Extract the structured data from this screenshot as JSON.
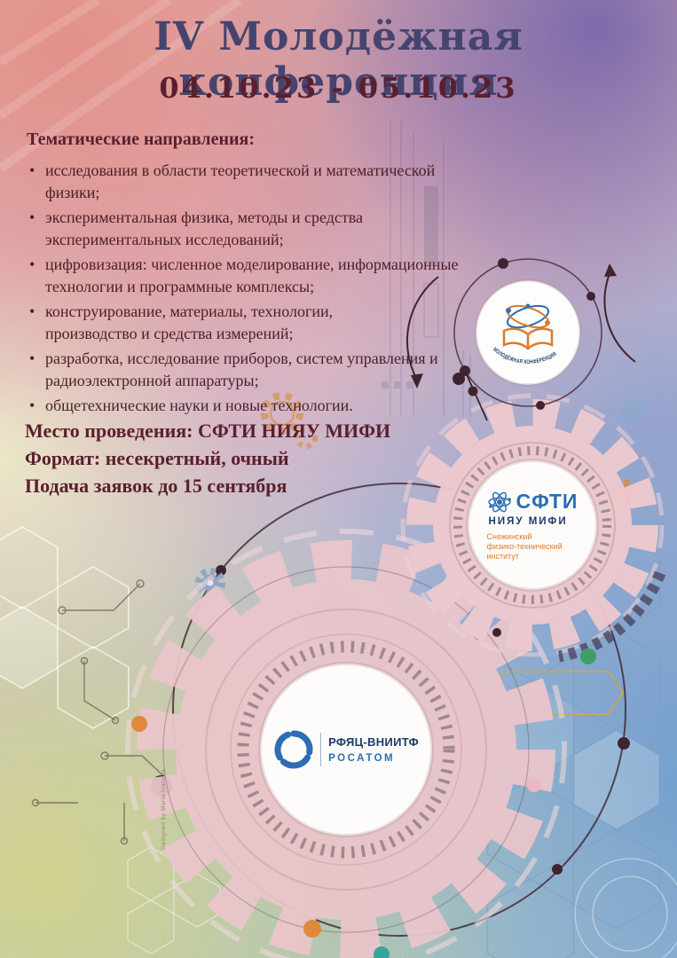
{
  "poster": {
    "title": "IV Молодёжная конференция",
    "dates": "04.10.23 - 05.10.23",
    "topics_heading": "Тематические направления:",
    "topics": [
      "исследования в области теоретической и математической физики;",
      "экспериментальная физика, методы и средства экспериментальных исследований;",
      "цифровизация: численное моделирование, информационные технологии и программные комплексы;",
      "конструирование, материалы, технологии, производство и средства измерений;",
      "разработка, исследование приборов, систем управления и радиоэлектронной аппаратуры;",
      "общетехнические науки и новые технологии."
    ],
    "venue": "Место проведения: СФТИ НИЯУ МИФИ",
    "format": "Формат: несекретный, очный",
    "deadline": "Подача заявок до 15 сентября",
    "designer_credit": "Designed by Maria Ivanova"
  },
  "logos": {
    "youth_conference": {
      "label": "МОЛОДЁЖНАЯ КОНФЕРЕНЦИЯ",
      "icon": "book-atom-icon"
    },
    "sfti": {
      "name": "СФТИ",
      "university": "НИЯУ МИФИ",
      "subtitle": [
        "Снежинский",
        "физико-технический",
        "институт"
      ],
      "icon": "atom-icon"
    },
    "vniitf": {
      "name": "РФЯЦ-ВНИИТФ",
      "brand": "РОСАТОМ",
      "icon": "rosatom-swirl-icon"
    }
  },
  "colors": {
    "title": "#45446f",
    "text_maroon": "#5a1f2e",
    "gear_pink": "#e9c5ca",
    "accent_orange": "#e07b2a",
    "accent_blue": "#2e6cb4",
    "dark_plum": "#3f2330"
  }
}
